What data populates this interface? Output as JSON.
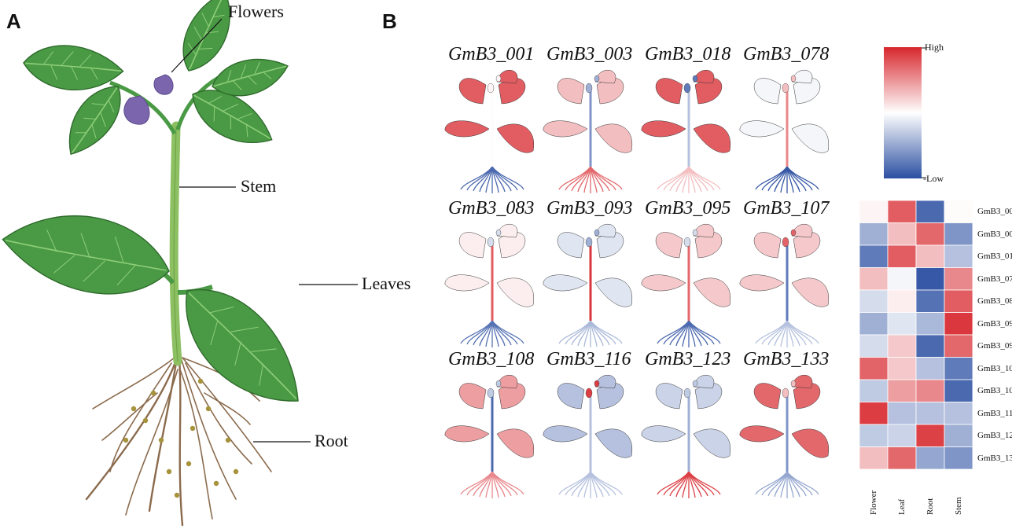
{
  "panels": {
    "a": "A",
    "b": "B"
  },
  "panel_a": {
    "labels": {
      "flowers": "Flowers",
      "stem": "Stem",
      "leaves": "Leaves",
      "root": "Root"
    },
    "colors": {
      "leaf": "#4a9a45",
      "leaf_dark": "#2f6b2c",
      "stem": "#8dc063",
      "flower": "#7b65ad",
      "root": "#8b6b4d"
    }
  },
  "genes": [
    {
      "name": "GmB3_001",
      "flower": 0.05,
      "leaf": 0.75,
      "root": -0.85,
      "stem": 0.02
    },
    {
      "name": "GmB3_003",
      "flower": -0.45,
      "leaf": 0.3,
      "root": 0.7,
      "stem": -0.6
    },
    {
      "name": "GmB3_018",
      "flower": -0.75,
      "leaf": 0.75,
      "root": 0.3,
      "stem": -0.35
    },
    {
      "name": "GmB3_078",
      "flower": 0.3,
      "leaf": -0.05,
      "root": -0.95,
      "stem": 0.55
    },
    {
      "name": "GmB3_083",
      "flower": -0.2,
      "leaf": 0.08,
      "root": -0.8,
      "stem": 0.75
    },
    {
      "name": "GmB3_093",
      "flower": -0.45,
      "leaf": -0.15,
      "root": -0.4,
      "stem": 0.92
    },
    {
      "name": "GmB3_095",
      "flower": -0.2,
      "leaf": 0.25,
      "root": -0.85,
      "stem": 0.7
    },
    {
      "name": "GmB3_107",
      "flower": 0.72,
      "leaf": 0.25,
      "root": -0.35,
      "stem": -0.75
    },
    {
      "name": "GmB3_108",
      "flower": -0.3,
      "leaf": 0.45,
      "root": 0.55,
      "stem": -0.85
    },
    {
      "name": "GmB3_116",
      "flower": 0.9,
      "leaf": -0.35,
      "root": -0.35,
      "stem": -0.35
    },
    {
      "name": "GmB3_123",
      "flower": -0.3,
      "leaf": -0.25,
      "root": 0.88,
      "stem": -0.45
    },
    {
      "name": "GmB3_133",
      "flower": 0.3,
      "leaf": 0.7,
      "root": -0.5,
      "stem": -0.6
    }
  ],
  "heatmap": {
    "columns": [
      "Flower",
      "Leaf",
      "Root",
      "Stem"
    ]
  },
  "legend": {
    "high_label": "High",
    "low_label": "-Low",
    "colors": {
      "high": "#d7272d",
      "mid": "#ffffff",
      "low": "#2b4fa1"
    }
  }
}
